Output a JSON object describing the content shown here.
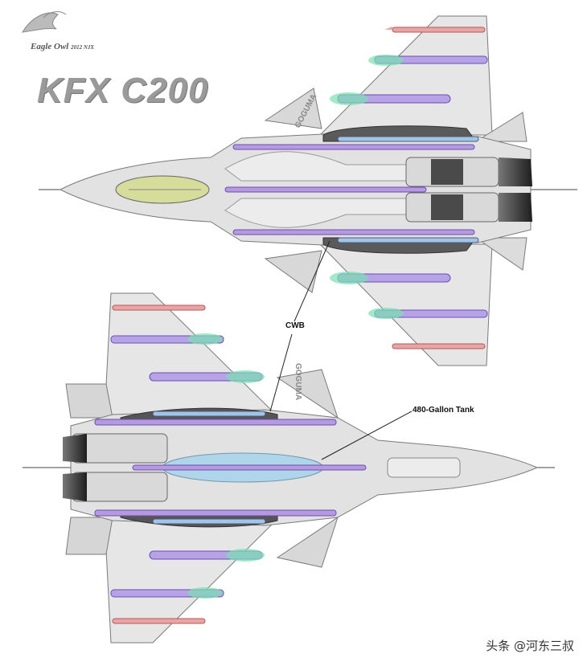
{
  "logo": {
    "brand": "Eagle Owl",
    "year": "2012 NJX"
  },
  "title": "KFX C200",
  "labels": {
    "upper_fuselage_text": "GOGUMA",
    "lower_fuselage_text": "GOGUMA",
    "cwb": "CWB",
    "tank": "480-Gallon Tank"
  },
  "watermark": "头条 @河东三叔",
  "colors": {
    "airframe": "#e4e4e4",
    "outline": "#777777",
    "missile_purple": "#a98fdc",
    "missile_green": "#4fd49a",
    "missile_red": "#d98a8a",
    "engine_dark": "#2e2e2e",
    "tank_blue": "#a9d4ea",
    "canopy": "#d6dc9a"
  }
}
